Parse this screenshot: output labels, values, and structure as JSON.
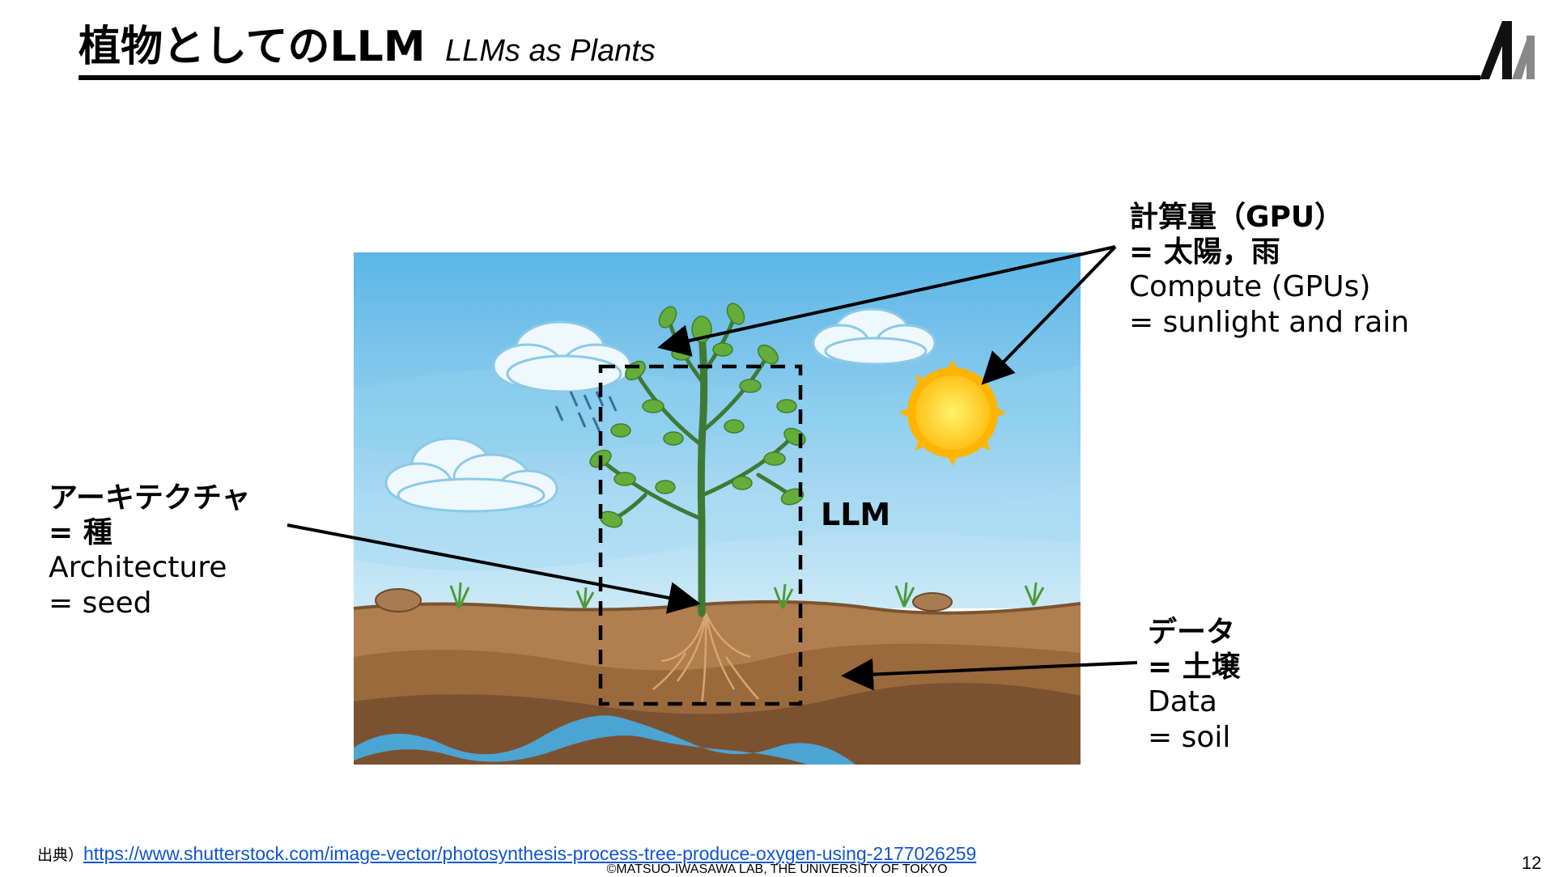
{
  "header": {
    "title_jp": "植物としてのLLM",
    "title_en": "LLMs as Plants"
  },
  "labels": {
    "gpu": {
      "jp1": "計算量（GPU）",
      "jp2": "= 太陽，雨",
      "en1": "Compute (GPUs)",
      "en2": "= sunlight and rain"
    },
    "architecture": {
      "jp1": "アーキテクチャ",
      "jp2": "= 種",
      "en1": "Architecture",
      "en2": "= seed"
    },
    "data": {
      "jp1": "データ",
      "jp2": "= 土壌",
      "en1": "Data",
      "en2": "= soil"
    },
    "llm": "LLM"
  },
  "colors": {
    "sky_top": "#5eb8e8",
    "sky_bottom": "#c9e8f7",
    "soil_top": "#a87a4e",
    "soil_bottom": "#6d4a27",
    "water": "#4aa9dc",
    "leaf": "#5fa836",
    "trunk": "#3e7a34",
    "sun": "#ffd21f",
    "link": "#1155cc"
  },
  "footer": {
    "source_prefix": "出典）",
    "source_url": "https://www.shutterstock.com/image-vector/photosynthesis-process-tree-produce-oxygen-using-2177026259",
    "copyright": "©MATSUO-IWASAWA LAB, THE UNIVERSITY OF TOKYO",
    "page_number": "12"
  }
}
